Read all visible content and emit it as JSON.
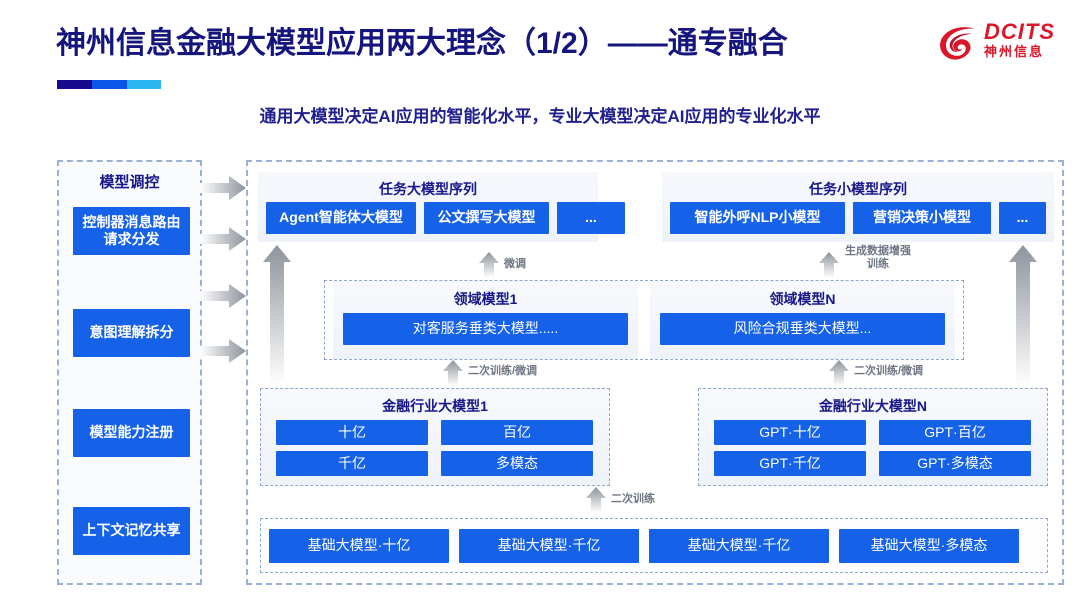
{
  "header": {
    "title": "神州信息金融大模型应用两大理念（1/2）——通专融合",
    "subtitle": "通用大模型决定AI应用的智能化水平，专业大模型决定AI应用的专业化水平",
    "rule_colors": [
      "#180a8c",
      "#0b55e8",
      "#2bb8f0"
    ],
    "logo": {
      "brand_latin": "DCITS",
      "brand_cn": "神州信息",
      "color": "#d9182b",
      "mark": "swirl-logo-icon"
    }
  },
  "colors": {
    "chip_blue": "#1562e8",
    "heading_navy": "#17178a",
    "title_navy": "#15157e",
    "dashed_border": "#9ab0d8",
    "arrow_gray": "#9aa0a8"
  },
  "sidebar": {
    "title": "模型调控",
    "items": [
      {
        "label": "控制器消息路由请求分发"
      },
      {
        "label": "意图理解拆分"
      },
      {
        "label": "模型能力注册"
      },
      {
        "label": "上下文记忆共享"
      }
    ],
    "feed_arrows": 4
  },
  "diagram": {
    "task_sequences": [
      {
        "heading": "任务大模型序列",
        "chips": [
          "Agent智能体大模型",
          "公文撰写大模型",
          "..."
        ]
      },
      {
        "heading": "任务小模型序列",
        "chips": [
          "智能外呼NLP小模型",
          "营销决策小模型",
          "..."
        ]
      }
    ],
    "domain_models": [
      {
        "heading": "领域模型1",
        "chip": "对客服务垂类大模型....."
      },
      {
        "heading": "领域模型N",
        "chip": "风险合规垂类大模型..."
      }
    ],
    "industry_models": [
      {
        "heading": "金融行业大模型1",
        "chips": [
          "十亿",
          "百亿",
          "千亿",
          "多模态"
        ]
      },
      {
        "heading": "金融行业大模型N",
        "chips": [
          "GPT·十亿",
          "GPT·百亿",
          "GPT·千亿",
          "GPT·多模态"
        ]
      }
    ],
    "foundation_models": [
      "基础大模型·十亿",
      "基础大模型·千亿",
      "基础大模型·千亿",
      "基础大模型·多模态"
    ],
    "flow_labels": {
      "fine_tune": "微调",
      "data_augment_line1": "生成数据增强",
      "data_augment_line2": "训练",
      "retrain_finetune_left": "二次训练/微调",
      "retrain_finetune_right": "二次训练/微调",
      "retrain": "二次训练"
    }
  }
}
